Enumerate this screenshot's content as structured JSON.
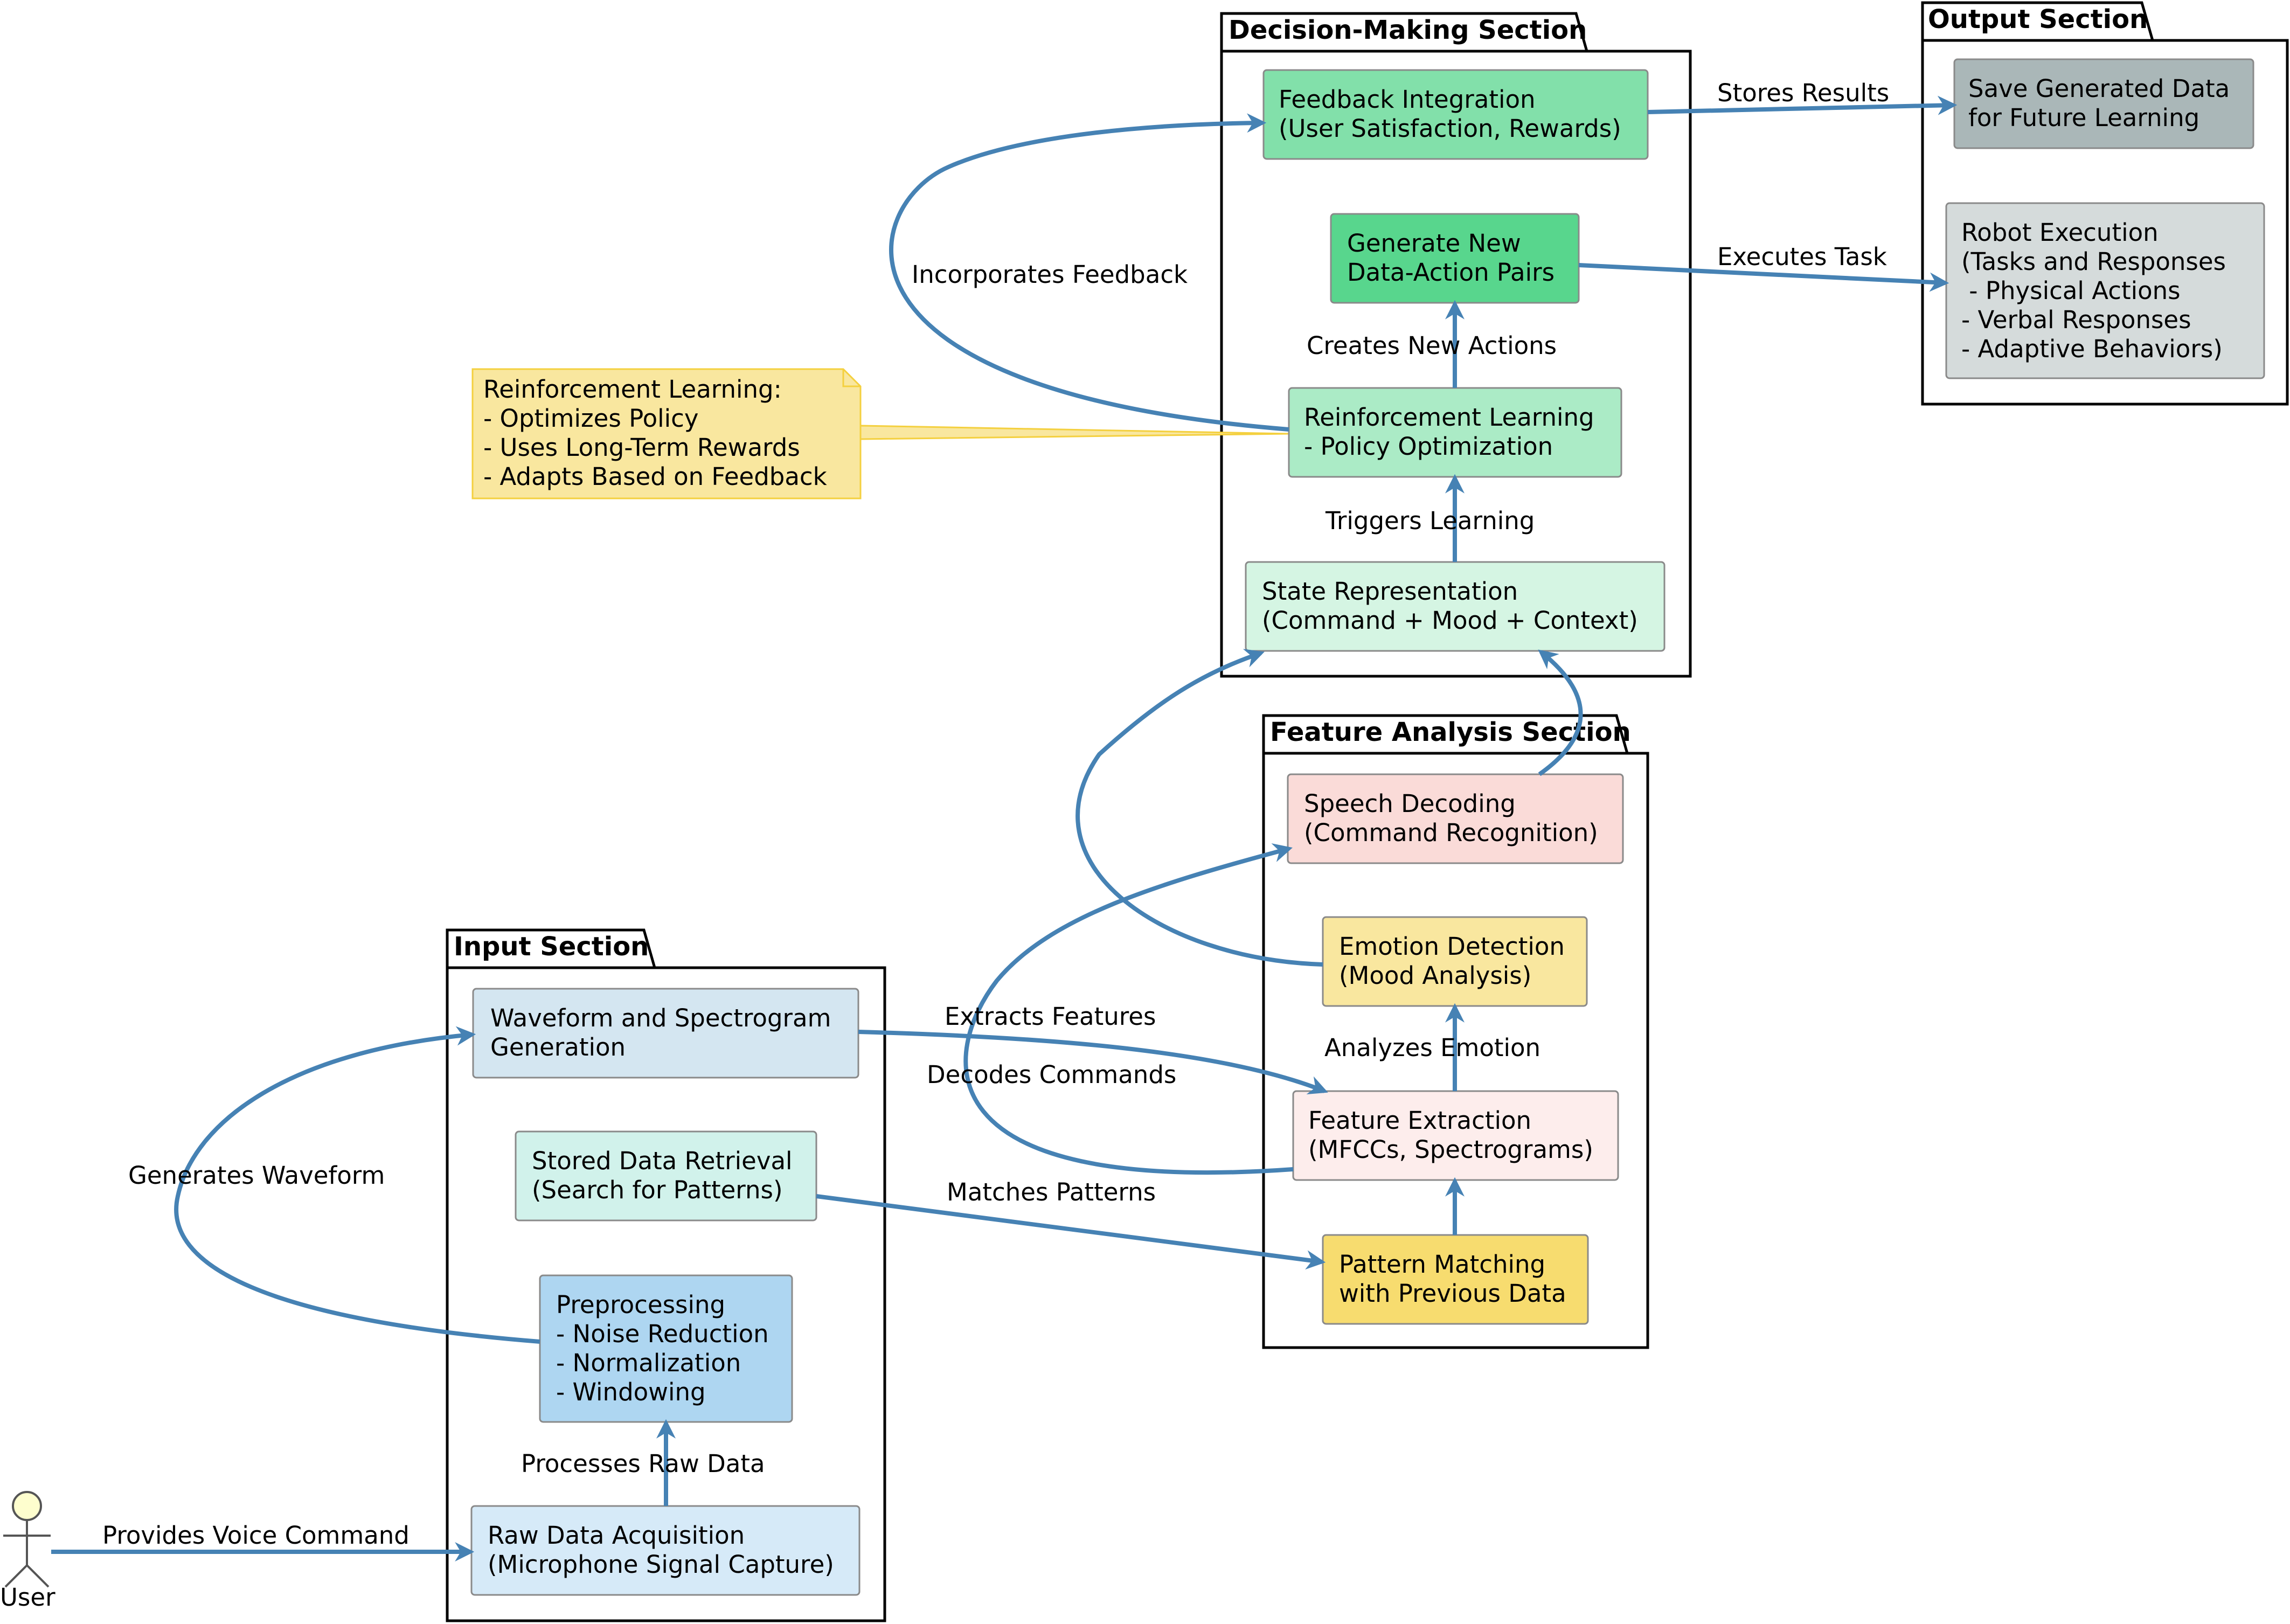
{
  "packages": {
    "decision": "Decision-Making Section",
    "output": "Output Section",
    "feature": "Feature Analysis Section",
    "input": "Input Section"
  },
  "nodes": {
    "feedback_integration": {
      "lines": [
        "Feedback Integration",
        "(User Satisfaction, Rewards)"
      ],
      "fill": "#82e0aa"
    },
    "generate_pairs": {
      "lines": [
        "Generate New",
        "Data-Action Pairs"
      ],
      "fill": "#58d68d"
    },
    "reinforcement_learning": {
      "lines": [
        "Reinforcement Learning",
        "- Policy Optimization"
      ],
      "fill": "#abebc6"
    },
    "state_representation": {
      "lines": [
        "State Representation",
        "(Command + Mood + Context)"
      ],
      "fill": "#d5f5e3"
    },
    "save_data": {
      "lines": [
        "Save Generated Data",
        "for Future Learning"
      ],
      "fill": "#aab7b8"
    },
    "robot_execution": {
      "lines": [
        "Robot Execution",
        "(Tasks and Responses",
        " - Physical Actions",
        "- Verbal Responses",
        "- Adaptive Behaviors)"
      ],
      "fill": "#d5dbdb"
    },
    "speech_decoding": {
      "lines": [
        "Speech Decoding",
        "(Command Recognition)"
      ],
      "fill": "#fadbd8"
    },
    "emotion_detection": {
      "lines": [
        "Emotion Detection",
        "(Mood Analysis)"
      ],
      "fill": "#f9e79f"
    },
    "feature_extraction": {
      "lines": [
        "Feature Extraction",
        "(MFCCs, Spectrograms)"
      ],
      "fill": "#fdedec"
    },
    "pattern_matching": {
      "lines": [
        "Pattern Matching",
        "with Previous Data"
      ],
      "fill": "#f7dc6f"
    },
    "waveform_generation": {
      "lines": [
        "Waveform and Spectrogram",
        "Generation"
      ],
      "fill": "#d4e6f1"
    },
    "stored_data": {
      "lines": [
        "Stored Data Retrieval",
        "(Search for Patterns)"
      ],
      "fill": "#d1f2eb"
    },
    "preprocessing": {
      "lines": [
        "Preprocessing",
        "- Noise Reduction",
        "- Normalization",
        "- Windowing"
      ],
      "fill": "#aed6f1"
    },
    "raw_data": {
      "lines": [
        "Raw Data Acquisition",
        "(Microphone Signal Capture)"
      ],
      "fill": "#d6eaf8"
    }
  },
  "note": {
    "lines": [
      "Reinforcement Learning:",
      "- Optimizes Policy",
      "- Uses Long-Term Rewards",
      "- Adapts Based on Feedback"
    ],
    "fill": "#f9e79f",
    "stroke": "#f4d03f"
  },
  "actor": {
    "label": "User"
  },
  "edges": {
    "stores_results": "Stores Results",
    "executes_task": "Executes Task",
    "incorporates_feedback": "Incorporates Feedback",
    "creates_new_actions": "Creates New Actions",
    "triggers_learning": "Triggers Learning",
    "extracts_features": "Extracts Features",
    "decodes_commands": "Decodes Commands",
    "analyzes_emotion": "Analyzes Emotion",
    "matches_patterns": "Matches Patterns",
    "generates_waveform": "Generates Waveform",
    "processes_raw_data": "Processes Raw Data",
    "provides_voice_command": "Provides Voice Command"
  },
  "colors": {
    "edge": "#4682b4",
    "node_border": "#8a8a8a"
  }
}
